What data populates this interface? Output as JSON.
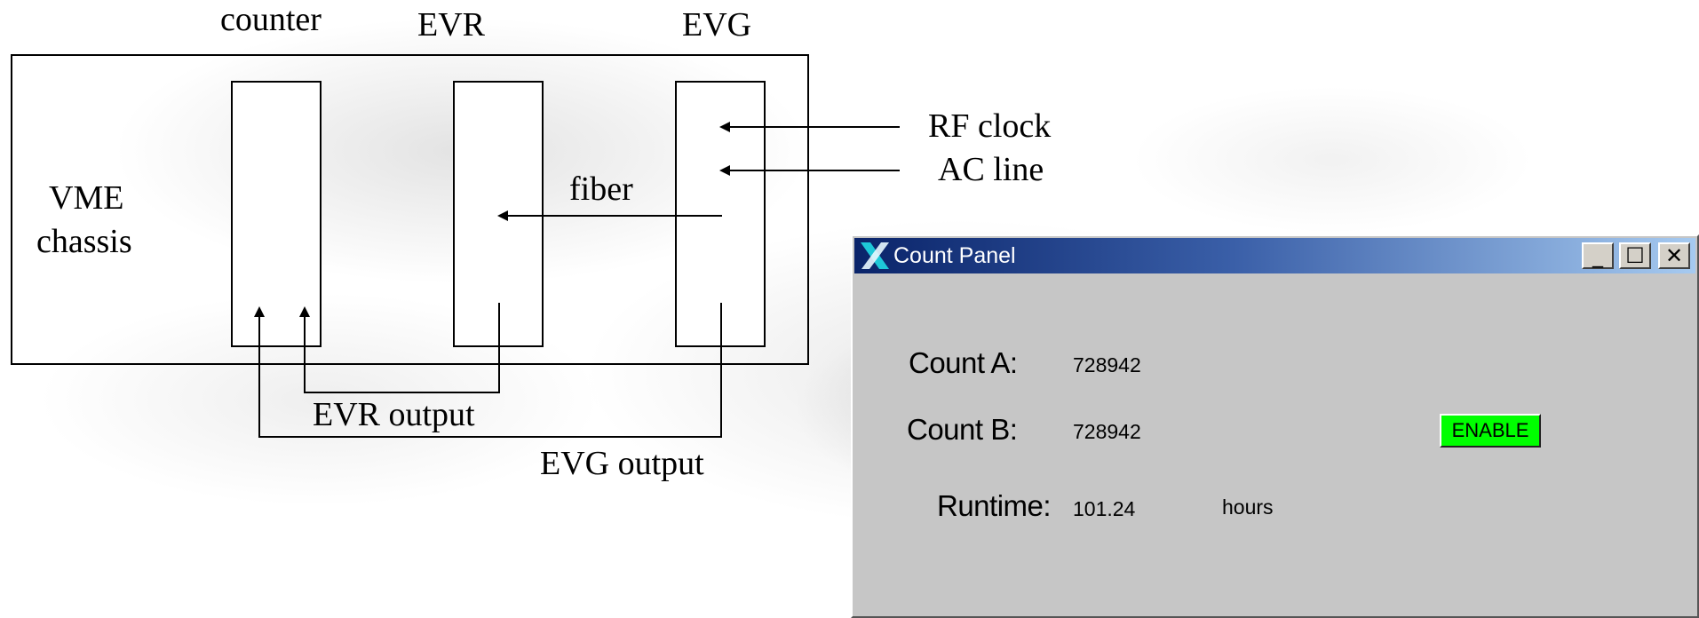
{
  "diagram": {
    "chassis_label_line1": "VME",
    "chassis_label_line2": "chassis",
    "counter_label": "counter",
    "evr_label": "EVR",
    "evg_label": "EVG",
    "rf_clock_label": "RF clock",
    "ac_line_label": "AC line",
    "fiber_label": "fiber",
    "evr_output_label": "EVR output",
    "evg_output_label": "EVG output"
  },
  "window": {
    "title": "Count Panel",
    "minimize_glyph": "_",
    "maximize_glyph": "☐",
    "close_glyph": "✕",
    "count_a_label": "Count A:",
    "count_a_value": "728942",
    "count_b_label": "Count B:",
    "count_b_value": "728942",
    "enable_label": "ENABLE",
    "runtime_label": "Runtime:",
    "runtime_value": "101.24",
    "runtime_unit": "hours"
  },
  "colors": {
    "titlebar_start": "#0a246a",
    "titlebar_end": "#a6caf0",
    "window_bg": "#c6c6c6",
    "enable_bg": "#00ff00"
  },
  "icons": [
    "app-x-icon",
    "minimize-icon",
    "maximize-icon",
    "close-icon"
  ]
}
